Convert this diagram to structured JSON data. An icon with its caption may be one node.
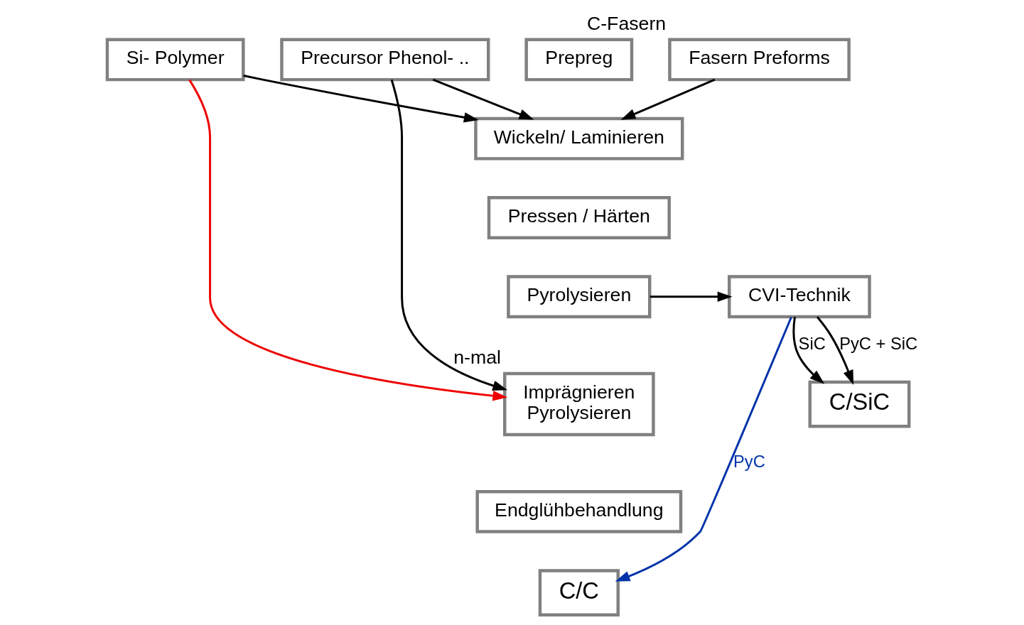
{
  "diagram": {
    "nodes": [
      {
        "text": [
          "Fasern Preforms"
        ],
        "beside": [
          "C-Fasern"
        ]
      },
      {
        "text": [
          "Prepreg"
        ]
      },
      {
        "text": [
          "Precursor Phenol- .."
        ]
      },
      {
        "text": [
          "Si- Polymer"
        ]
      },
      {
        "text": [
          "Wickeln/ Laminieren"
        ]
      },
      {
        "text": [
          "Pressen / Härten"
        ]
      },
      {
        "text": [
          "Pyrolysieren"
        ]
      },
      {
        "text": [
          "CVI-Technik"
        ]
      },
      {
        "text": [
          "Imprägnieren",
          "Pyrolysieren"
        ],
        "beside": [
          "n-mal"
        ]
      },
      {
        "text": [
          "Endglühbehandlung"
        ]
      },
      {
        "text": [
          "C/SiC"
        ]
      },
      {
        "text": [
          "C/C"
        ]
      }
    ],
    "edges": [
      {
        "from": 0,
        "to": 4,
        "arrow": "to"
      },
      {
        "from": 2,
        "to": 4,
        "arrow": "to"
      },
      {
        "from": 3,
        "to": 4,
        "arrow": "to"
      },
      {
        "from": 2,
        "to": 8,
        "arrow": "to"
      },
      {
        "from": 3,
        "to": 8,
        "arrow": "to",
        "color": "#ee0000"
      },
      {
        "from": 6,
        "to": 7,
        "arrow": "to"
      },
      {
        "from": 7,
        "to": 10,
        "arrow": "to",
        "label": "SiC"
      },
      {
        "from": 7,
        "to": 10,
        "arrow": "to",
        "label": "PyC + SiC"
      },
      {
        "from": 7,
        "to": 11,
        "arrow": "to",
        "label": "PyC",
        "color": "#0033aa"
      }
    ]
  }
}
